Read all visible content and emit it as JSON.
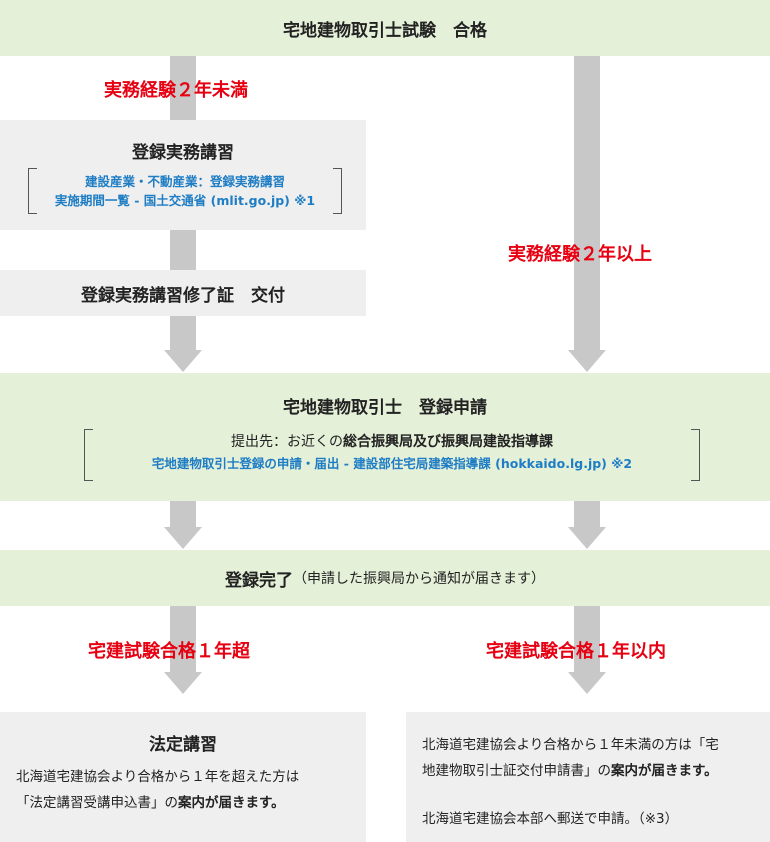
{
  "header": {
    "title": "宅地建物取引士試験　合格"
  },
  "left_branch": {
    "condition": "実務経験２年未満",
    "course": {
      "title": "登録実務講習",
      "link_line1": "建設産業・不動産業：登録実務講習",
      "link_line2": "実施期間一覧 - 国土交通省 (mlit.go.jp) ※1"
    },
    "certificate": "登録実務講習修了証　交付"
  },
  "right_branch": {
    "condition": "実務経験２年以上"
  },
  "registration": {
    "title": "宅地建物取引士　登録申請",
    "submit_prefix": "提出先：お近くの",
    "submit_office": "総合振興局及び振興局建設指導課",
    "link": "宅地建物取引士登録の申請・届出 - 建設部住宅局建築指導課 (hokkaido.lg.jp) ※2"
  },
  "complete": {
    "title": "登録完了",
    "note": "（申請した振興局から通知が届きます）"
  },
  "lower_left": {
    "condition": "宅建試験合格１年超",
    "title": "法定講習",
    "text_line1": "北海道宅建協会より合格から１年を超えた方は",
    "text_line2_prefix": "「法定講習受講申込書」の",
    "text_line2_bold": "案内が届きます。"
  },
  "lower_right": {
    "condition": "宅建試験合格１年以内",
    "text_line1": "北海道宅建協会より合格から１年未満の方は「宅",
    "text_line2_prefix": "地建物取引士証交付申請書」の",
    "text_line2_bold": "案内が届きます。",
    "text_line3": "北海道宅建協会本部へ郵送で申請。（※3）"
  }
}
